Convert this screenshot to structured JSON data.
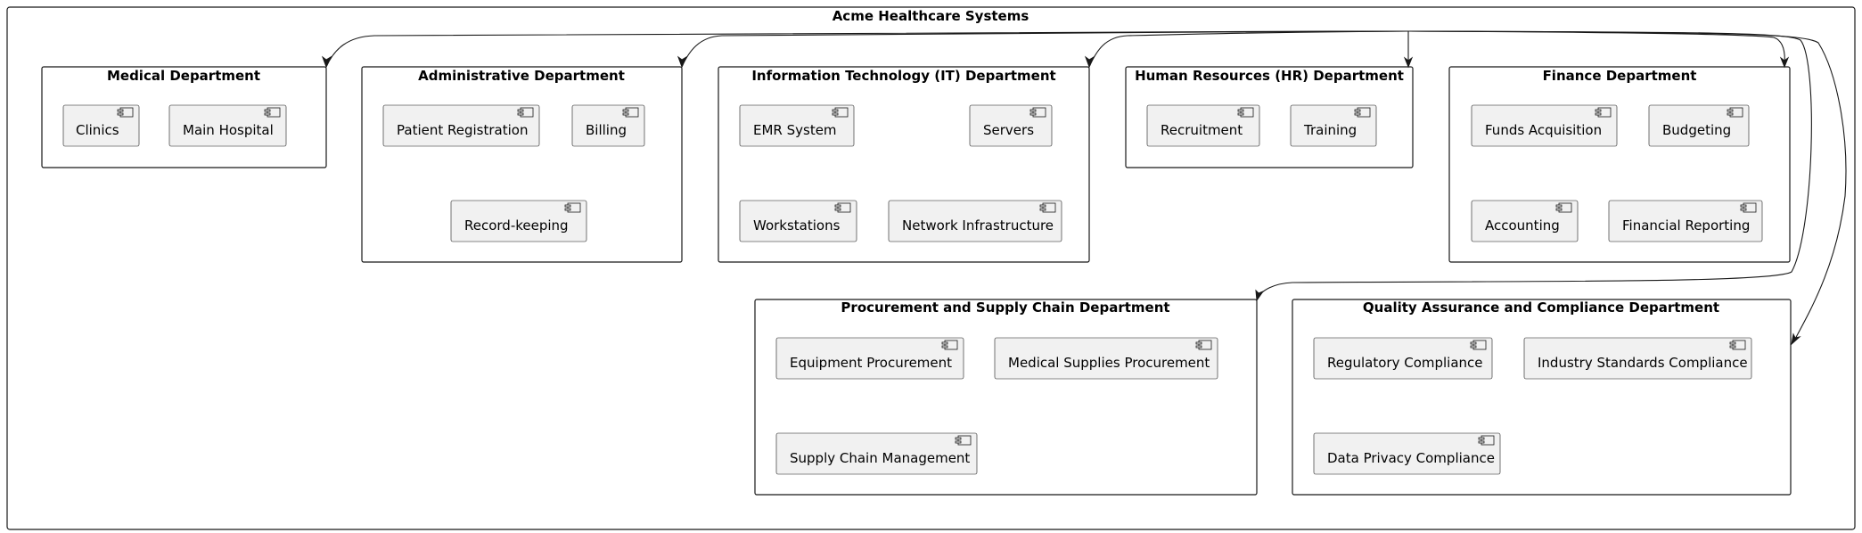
{
  "title": "Acme Healthcare Systems",
  "colors": {
    "line": "#181818",
    "component_fill": "#f1f1f1",
    "background": "#ffffff"
  },
  "departments": [
    {
      "id": "medical",
      "title": "Medical Department",
      "components": [
        "Clinics",
        "Main Hospital"
      ]
    },
    {
      "id": "admin",
      "title": "Administrative Department",
      "components": [
        "Patient Registration",
        "Billing",
        "Record-keeping"
      ]
    },
    {
      "id": "it",
      "title": "Information Technology (IT) Department",
      "components": [
        "EMR System",
        "Servers",
        "Workstations",
        "Network Infrastructure"
      ]
    },
    {
      "id": "hr",
      "title": "Human Resources (HR) Department",
      "components": [
        "Recruitment",
        "Training"
      ]
    },
    {
      "id": "finance",
      "title": "Finance Department",
      "components": [
        "Funds Acquisition",
        "Budgeting",
        "Accounting",
        "Financial Reporting"
      ]
    },
    {
      "id": "procurement",
      "title": "Procurement and Supply Chain Department",
      "components": [
        "Equipment Procurement",
        "Medical Supplies Procurement",
        "Supply Chain Management"
      ]
    },
    {
      "id": "qa",
      "title": "Quality Assurance and Compliance Department",
      "components": [
        "Regulatory Compliance",
        "Industry Standards Compliance",
        "Data Privacy Compliance"
      ]
    }
  ],
  "edges": [
    {
      "from": "system",
      "to": "medical"
    },
    {
      "from": "system",
      "to": "admin"
    },
    {
      "from": "system",
      "to": "it"
    },
    {
      "from": "system",
      "to": "hr"
    },
    {
      "from": "system",
      "to": "finance"
    },
    {
      "from": "system",
      "to": "procurement"
    },
    {
      "from": "system",
      "to": "qa"
    }
  ]
}
